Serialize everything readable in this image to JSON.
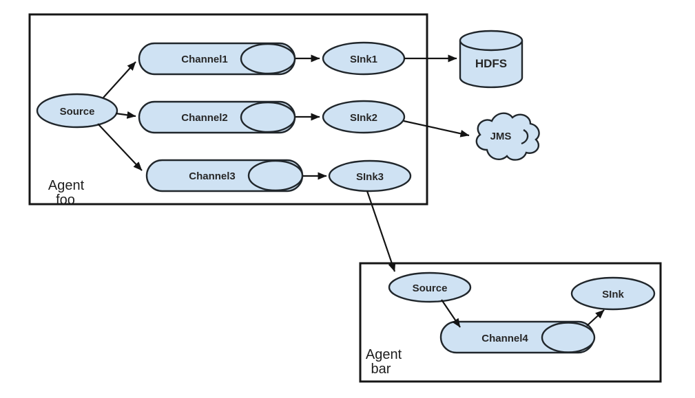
{
  "colors": {
    "node_fill": "#cfe2f3",
    "node_stroke": "#20262b",
    "box_stroke": "#161616",
    "edge_stroke": "#141414",
    "text": "#272727",
    "background": "#ffffff"
  },
  "icons": {
    "hdfs": "database-cylinder-icon",
    "jms": "cloud-icon"
  },
  "agent_foo": {
    "label_line1": "Agent",
    "label_line2": "foo",
    "source_label": "Source",
    "channels": [
      "Channel1",
      "Channel2",
      "Channel3"
    ],
    "sinks": [
      "SInk1",
      "SInk2",
      "SInk3"
    ]
  },
  "destinations": {
    "hdfs_label": "HDFS",
    "jms_label": "JMS"
  },
  "agent_bar": {
    "label_line1": "Agent",
    "label_line2": "bar",
    "source_label": "Source",
    "channel_label": "Channel4",
    "sink_label": "SInk"
  }
}
